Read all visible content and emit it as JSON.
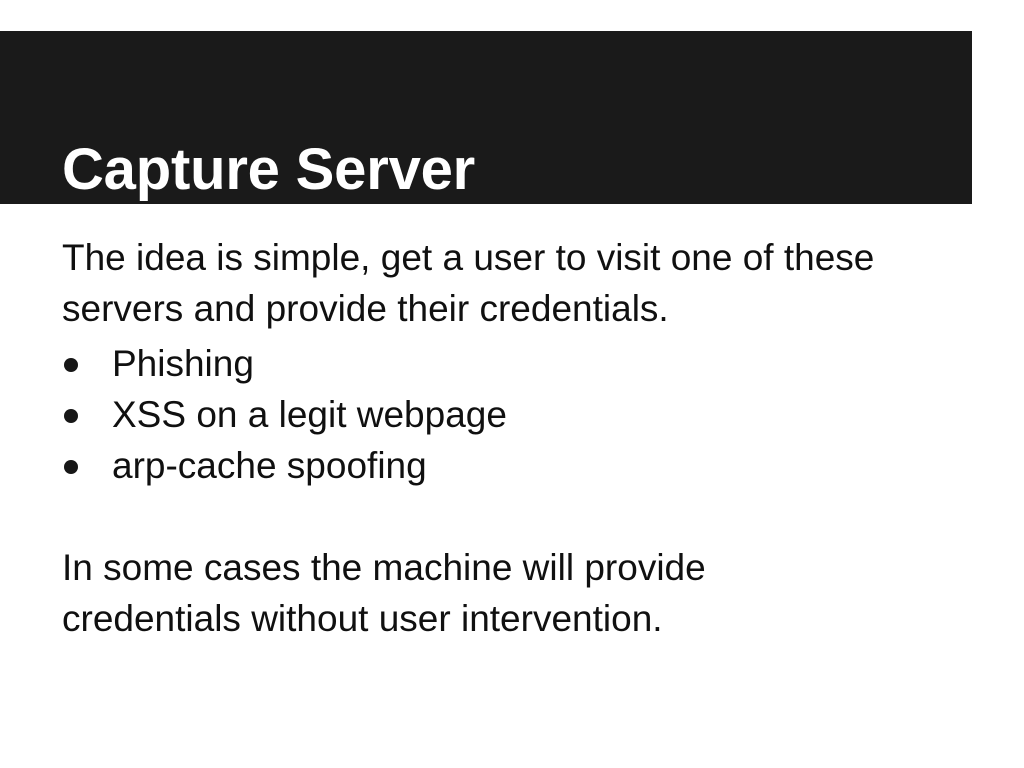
{
  "slide": {
    "title": "Capture Server",
    "banner_color": "#1a1a1a",
    "title_color": "#ffffff",
    "background_color": "#ffffff",
    "body_text_color": "#101010",
    "bullet_marker_color": "#171717",
    "bullet_marker_icon": "filled-circle-bullet-icon"
  },
  "body": {
    "intro_paragraph": "The idea is simple, get a user to visit one of these servers and provide their credentials.",
    "bullets": [
      {
        "label": "Phishing"
      },
      {
        "label": "XSS on a legit webpage"
      },
      {
        "label": "arp-cache spoofing"
      }
    ],
    "closing_paragraph": "In some cases the machine will provide credentials without user intervention."
  }
}
